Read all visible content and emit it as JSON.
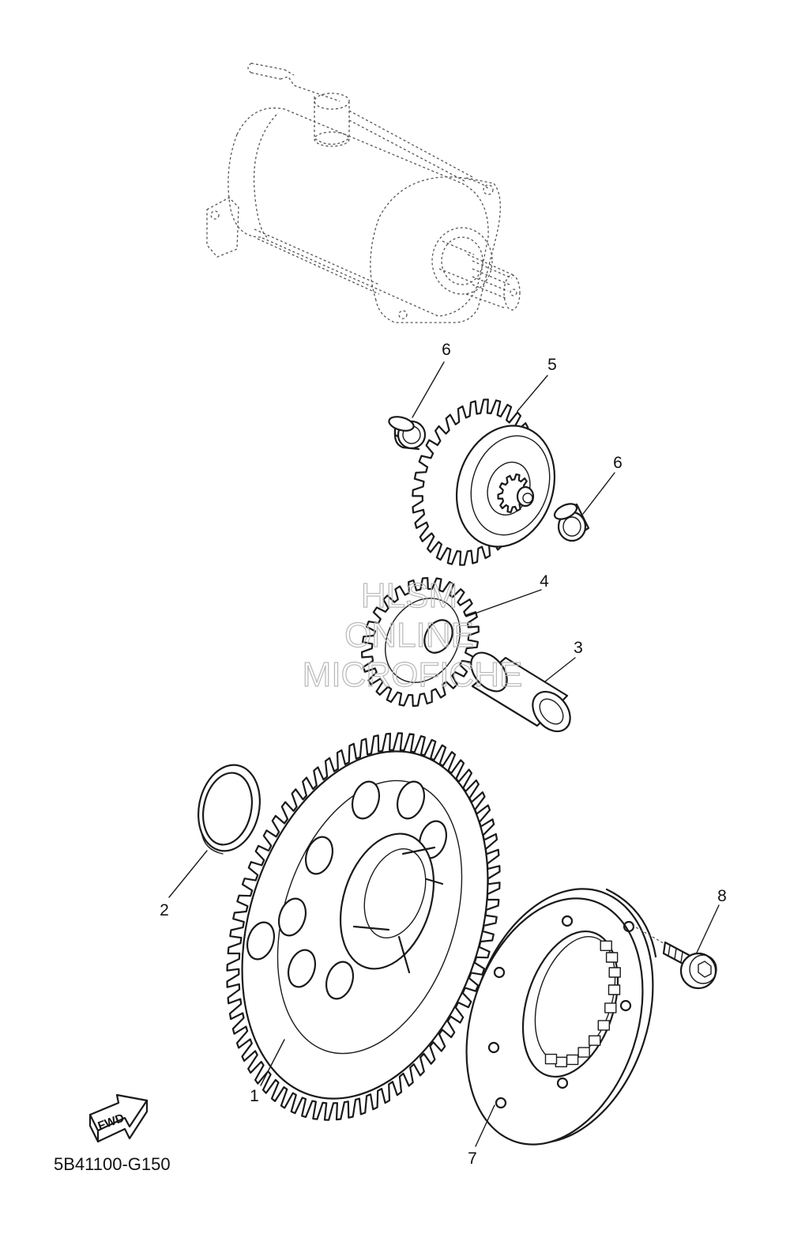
{
  "diagram": {
    "callouts": {
      "c1": "1",
      "c2": "2",
      "c3": "3",
      "c4": "4",
      "c5": "5",
      "c6a": "6",
      "c6b": "6",
      "c7": "7",
      "c8": "8"
    },
    "diagram_code": "5B41100-G150",
    "fwd_label": "FWD",
    "watermark": [
      "HLSM",
      "ONLINE",
      "MICROFICHE"
    ]
  }
}
